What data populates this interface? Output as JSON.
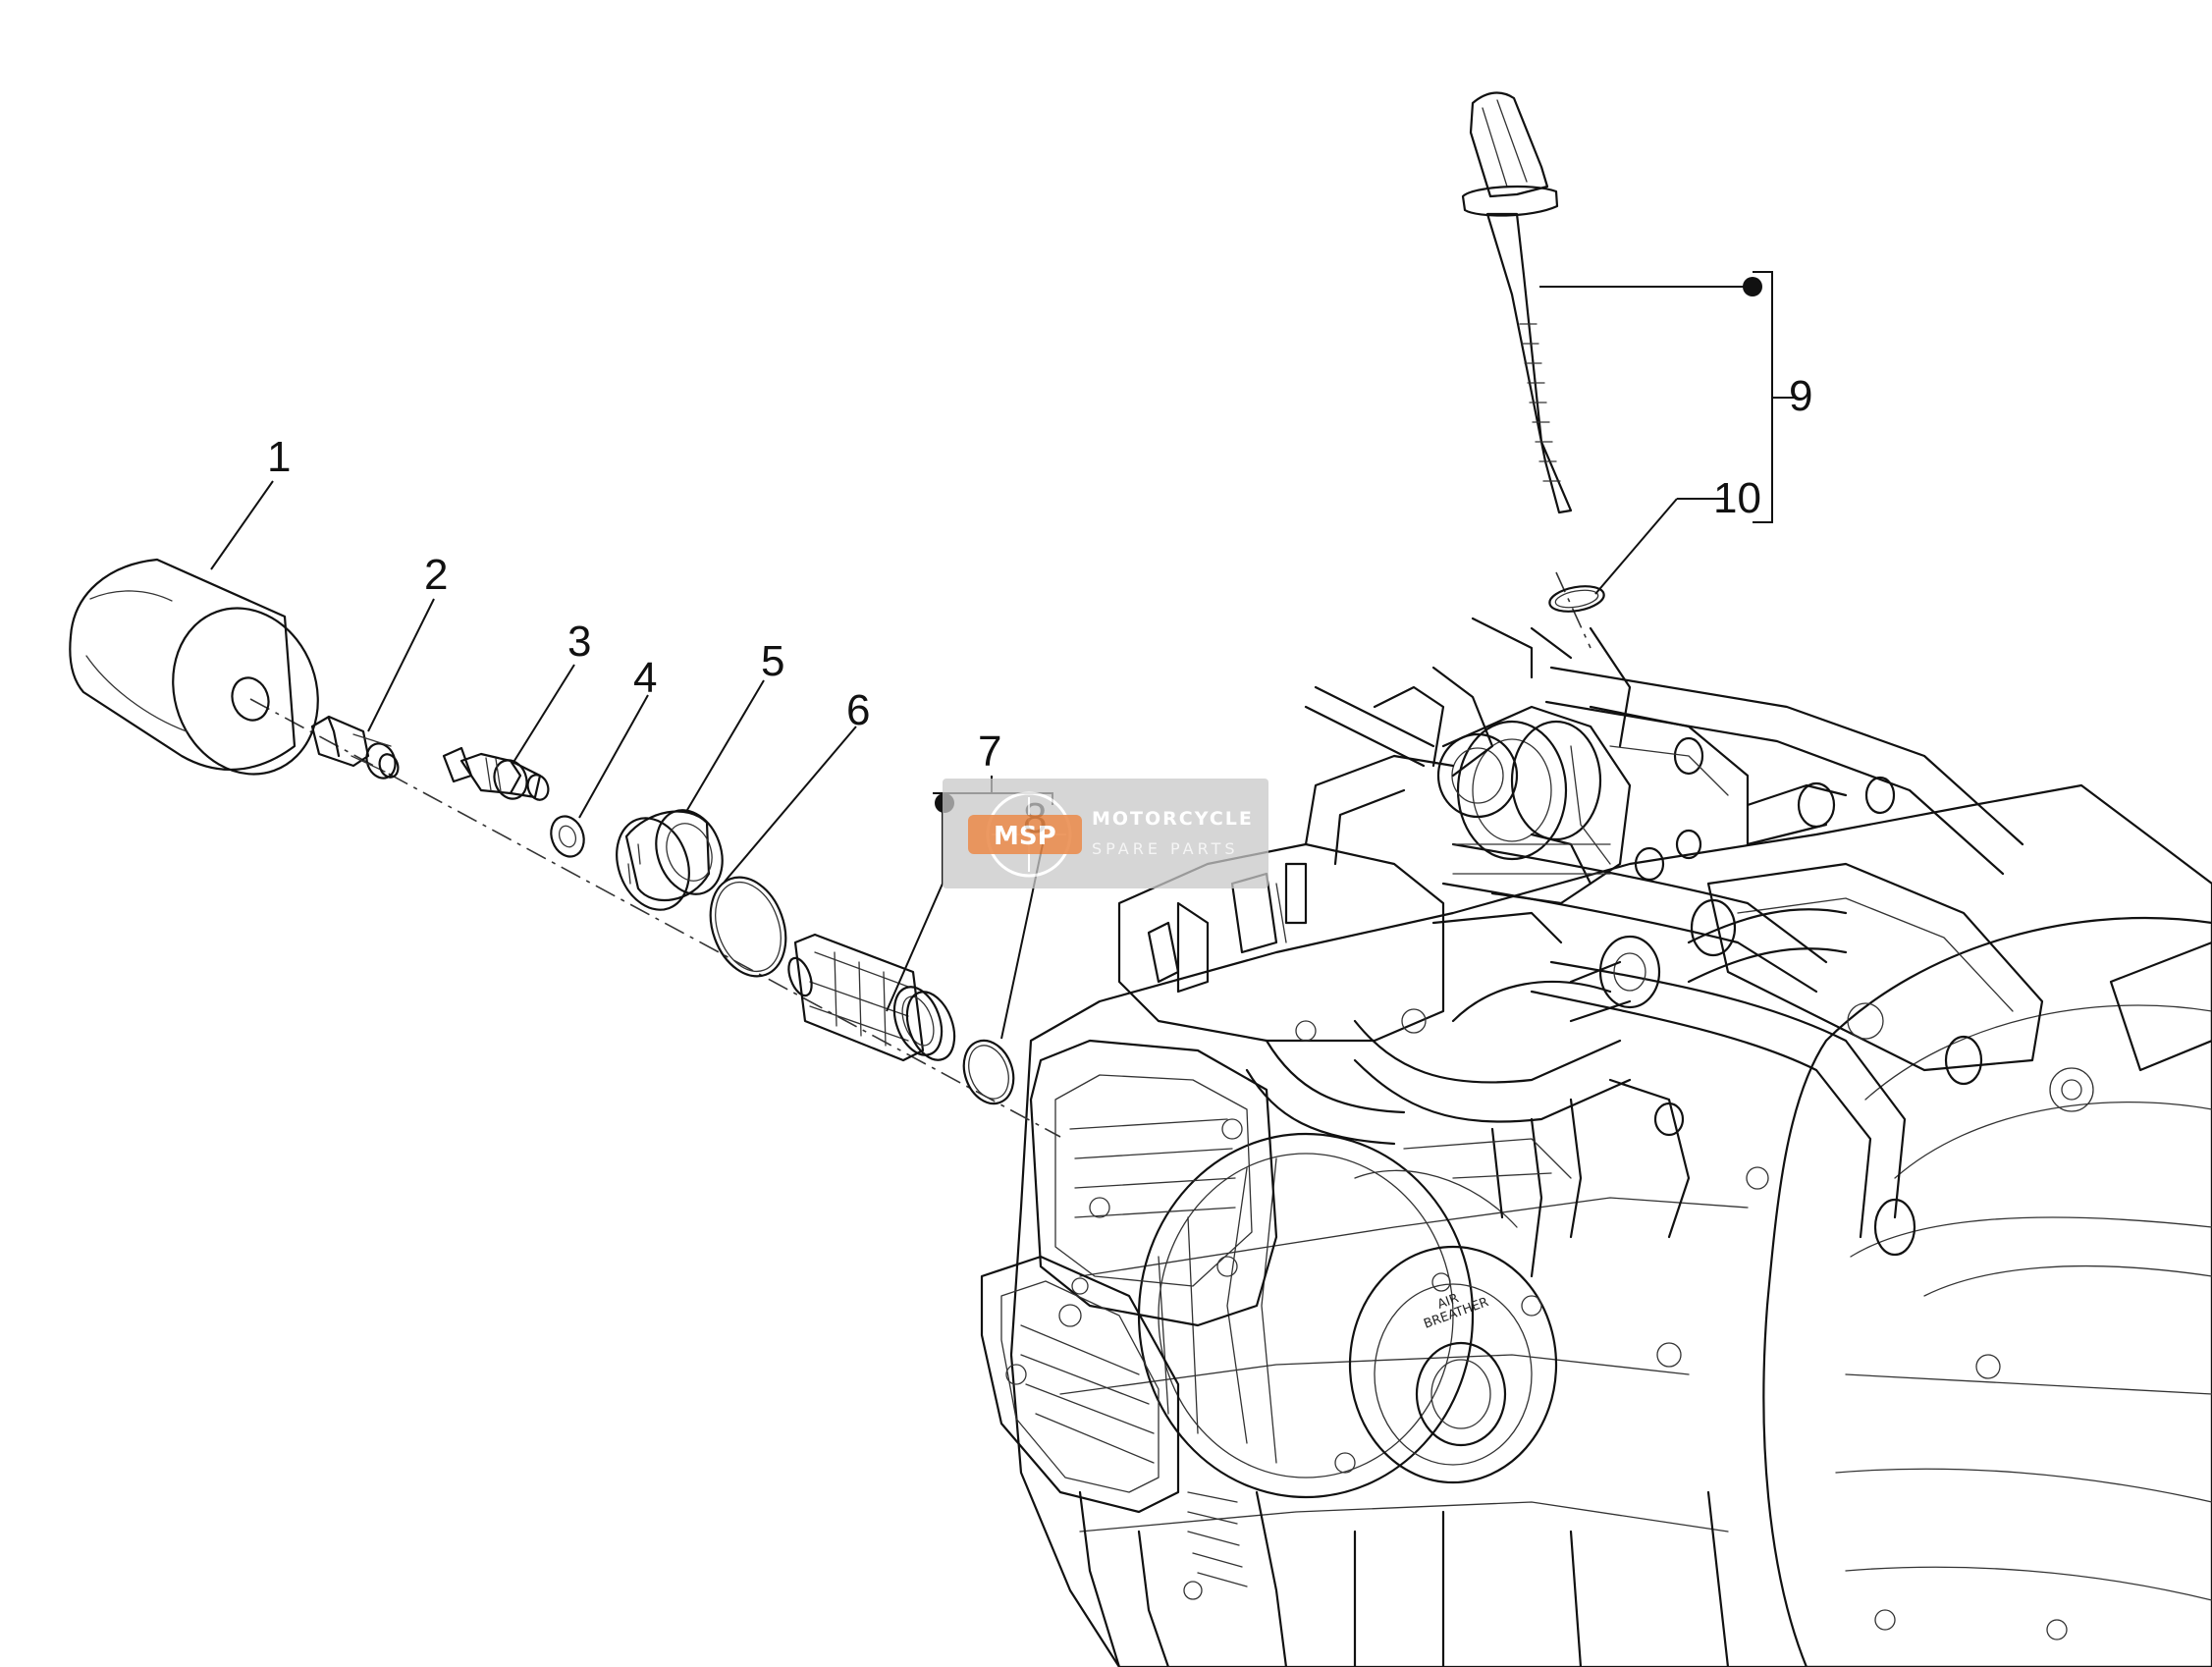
{
  "diagram": {
    "callouts": [
      {
        "id": "1",
        "label": "1"
      },
      {
        "id": "2",
        "label": "2"
      },
      {
        "id": "3",
        "label": "3"
      },
      {
        "id": "4",
        "label": "4"
      },
      {
        "id": "5",
        "label": "5"
      },
      {
        "id": "6",
        "label": "6"
      },
      {
        "id": "7",
        "label": "7"
      },
      {
        "id": "8",
        "label": "8"
      },
      {
        "id": "9",
        "label": "9"
      },
      {
        "id": "10",
        "label": "10"
      }
    ],
    "engine_stamp": [
      "AIR",
      "BREATHER"
    ]
  },
  "watermark": {
    "logo_text": "MSP",
    "line1": "MOTORCYCLE",
    "line2": "SPARE PARTS",
    "logo_color": "#e8803a",
    "badge_color": "#c8c8c8"
  }
}
